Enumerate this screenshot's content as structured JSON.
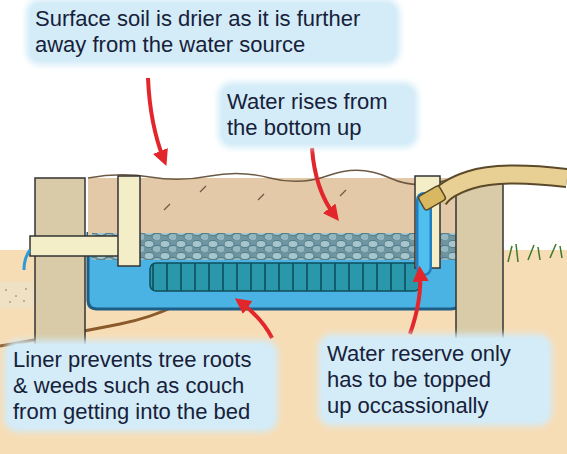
{
  "diagram": {
    "nodes": [
      {
        "text": [
          "Surface soil is drier as it is further away from the water source"
        ]
      },
      {
        "text": [
          "Water rises from the bottom up"
        ]
      },
      {
        "text": [
          "Liner prevents tree roots & weeds such as couch from getting into the bed"
        ]
      },
      {
        "text": [
          "Water reserve only has to be topped up occassionally"
        ]
      }
    ]
  }
}
